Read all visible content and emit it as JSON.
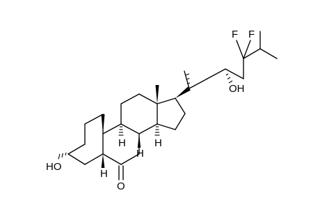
{
  "molecule": {
    "atom_labels": {
      "hydroxyl_ring": "HO",
      "ketone_oxygen": "O",
      "hydroxyl_sidechain": "OH",
      "fluorine_1": "F",
      "fluorine_2": "F",
      "h_c5": "H",
      "h_c8": "H",
      "h_c9": "H",
      "h_c14": "H"
    },
    "colors": {
      "bond": "#000000",
      "background": "#ffffff"
    }
  }
}
